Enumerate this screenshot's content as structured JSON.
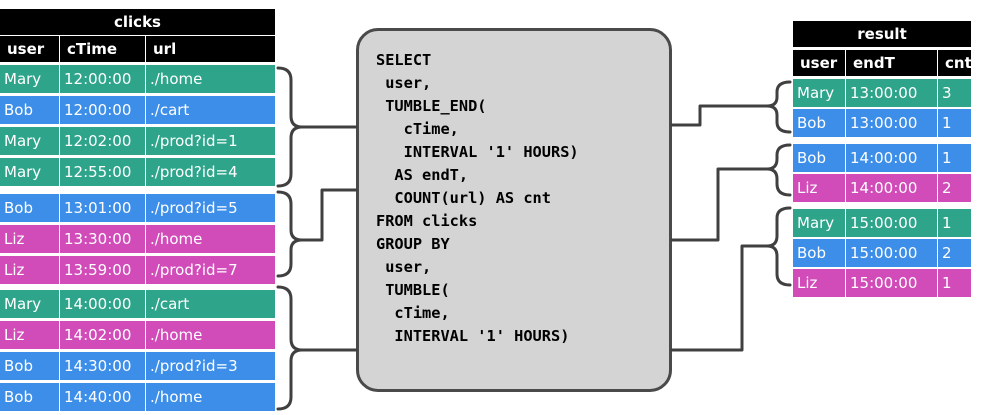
{
  "colors": {
    "Mary": "#2ea58a",
    "Bob": "#3d8ee8",
    "Liz": "#d14bb9",
    "header_bg": "#000000",
    "sql_bg": "#d4d4d4",
    "connector": "#404040"
  },
  "clicks": {
    "title": "clicks",
    "columns": [
      "user",
      "cTime",
      "url"
    ],
    "rows": [
      {
        "user": "Mary",
        "cTime": "12:00:00",
        "url": "./home"
      },
      {
        "user": "Bob",
        "cTime": "12:00:00",
        "url": "./cart"
      },
      {
        "user": "Mary",
        "cTime": "12:02:00",
        "url": "./prod?id=1"
      },
      {
        "user": "Mary",
        "cTime": "12:55:00",
        "url": "./prod?id=4"
      },
      {
        "user": "Bob",
        "cTime": "13:01:00",
        "url": "./prod?id=5"
      },
      {
        "user": "Liz",
        "cTime": "13:30:00",
        "url": "./home"
      },
      {
        "user": "Liz",
        "cTime": "13:59:00",
        "url": "./prod?id=7"
      },
      {
        "user": "Mary",
        "cTime": "14:00:00",
        "url": "./cart"
      },
      {
        "user": "Liz",
        "cTime": "14:02:00",
        "url": "./home"
      },
      {
        "user": "Bob",
        "cTime": "14:30:00",
        "url": "./prod?id=3"
      },
      {
        "user": "Bob",
        "cTime": "14:40:00",
        "url": "./home"
      }
    ]
  },
  "sql": "SELECT\n user,\n TUMBLE_END(\n   cTime,\n   INTERVAL '1' HOURS)\n  AS endT,\n  COUNT(url) AS cnt\nFROM clicks\nGROUP BY\n user,\n TUMBLE(\n  cTime,\n  INTERVAL '1' HOURS)",
  "result": {
    "title": "result",
    "columns": [
      "user",
      "endT",
      "cnt"
    ],
    "rows": [
      {
        "user": "Mary",
        "endT": "13:00:00",
        "cnt": "3"
      },
      {
        "user": "Bob",
        "endT": "13:00:00",
        "cnt": "1"
      },
      {
        "user": "Bob",
        "endT": "14:00:00",
        "cnt": "1"
      },
      {
        "user": "Liz",
        "endT": "14:00:00",
        "cnt": "2"
      },
      {
        "user": "Mary",
        "endT": "15:00:00",
        "cnt": "1"
      },
      {
        "user": "Bob",
        "endT": "15:00:00",
        "cnt": "2"
      },
      {
        "user": "Liz",
        "endT": "15:00:00",
        "cnt": "1"
      }
    ]
  }
}
